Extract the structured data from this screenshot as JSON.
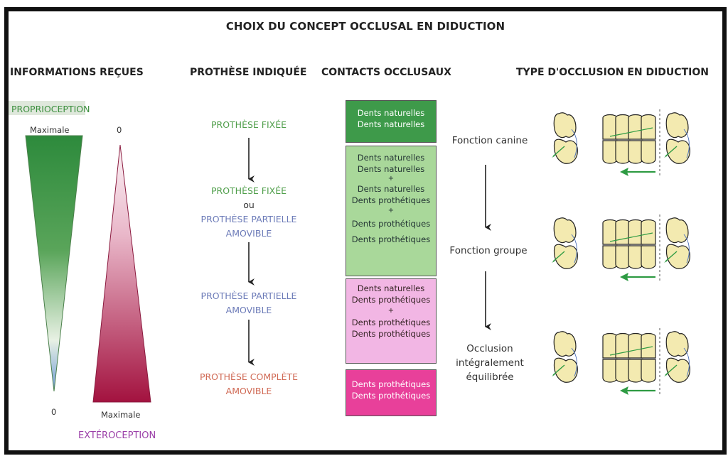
{
  "title": "CHOIX DU CONCEPT OCCLUSAL EN DIDUCTION",
  "headers": {
    "info": "INFORMATIONS REÇUES",
    "prothese": "PROTHÈSE INDIQUÉE",
    "contacts": "CONTACTS OCCLUSAUX",
    "type": "TYPE D'OCCLUSION EN DIDUCTION"
  },
  "informations": {
    "proprioception": "PROPRIOCEPTION",
    "exteroception": "EXTÉROCEPTION",
    "prop_max": "Maximale",
    "prop_zero": "0",
    "ext_zero": "0",
    "ext_max": "Maximale"
  },
  "prothese": {
    "p1": "PROTHÈSE FIXÉE",
    "p2_a": "PROTHÈSE FIXÉE",
    "p2_ou": "ou",
    "p2_b1": "PROTHÈSE PARTIELLE",
    "p2_b2": "AMOVIBLE",
    "p3_1": "PROTHÈSE PARTIELLE",
    "p3_2": "AMOVIBLE",
    "p4_1": "PROTHÈSE COMPLÈTE",
    "p4_2": "AMOVIBLE"
  },
  "contacts": {
    "dn": "Dents naturelles",
    "dp": "Dents prothétiques",
    "plus": "+"
  },
  "occlusion": {
    "o1": "Fonction canine",
    "o2": "Fonction groupe",
    "o3_1": "Occlusion",
    "o3_2": "intégralement",
    "o3_3": "équilibrée"
  },
  "colors": {
    "green": "#3e9a4a",
    "light_green": "#a9d89a",
    "light_pink": "#f2b6e4",
    "pink": "#e8409a",
    "crimson": "#b0164a",
    "tooth": "#f3eab0"
  }
}
